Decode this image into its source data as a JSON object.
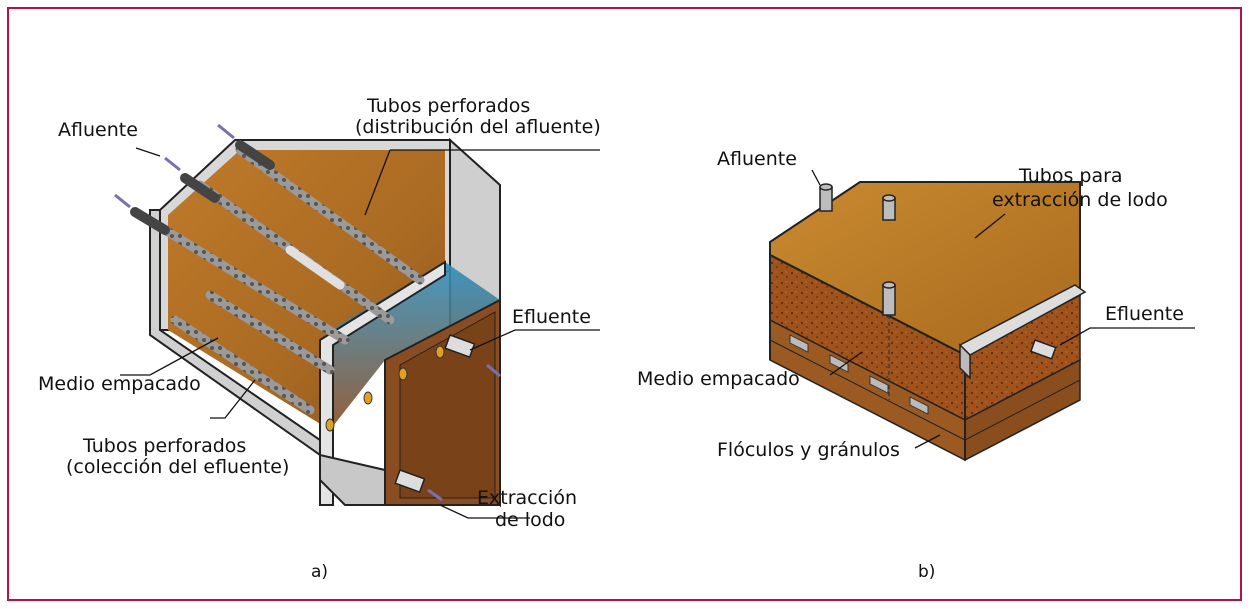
{
  "panel_a": {
    "caption": "a)",
    "labels": {
      "afluente": "Afluente",
      "tubos_dist_line1": "Tubos perforados",
      "tubos_dist_line2": "(distribución del afluente)",
      "efluente": "Efluente",
      "medio": "Medio empacado",
      "tubos_col_line1": "Tubos perforados",
      "tubos_col_line2": "(colección del efluente)",
      "extraccion_line1": "Extracción",
      "extraccion_line2": "de lodo"
    }
  },
  "panel_b": {
    "caption": "b)",
    "labels": {
      "afluente": "Afluente",
      "tubos_line1": "Tubos para",
      "tubos_line2": "extracción de lodo",
      "efluente": "Efluente",
      "medio": "Medio empacado",
      "floculos": "Flóculos y gránulos"
    }
  },
  "colors": {
    "border": "#b0144a",
    "brown": "#b0701c",
    "dark_brown": "#6b3a14",
    "blue": "#3a8db5",
    "gray": "#c8c8c8"
  }
}
